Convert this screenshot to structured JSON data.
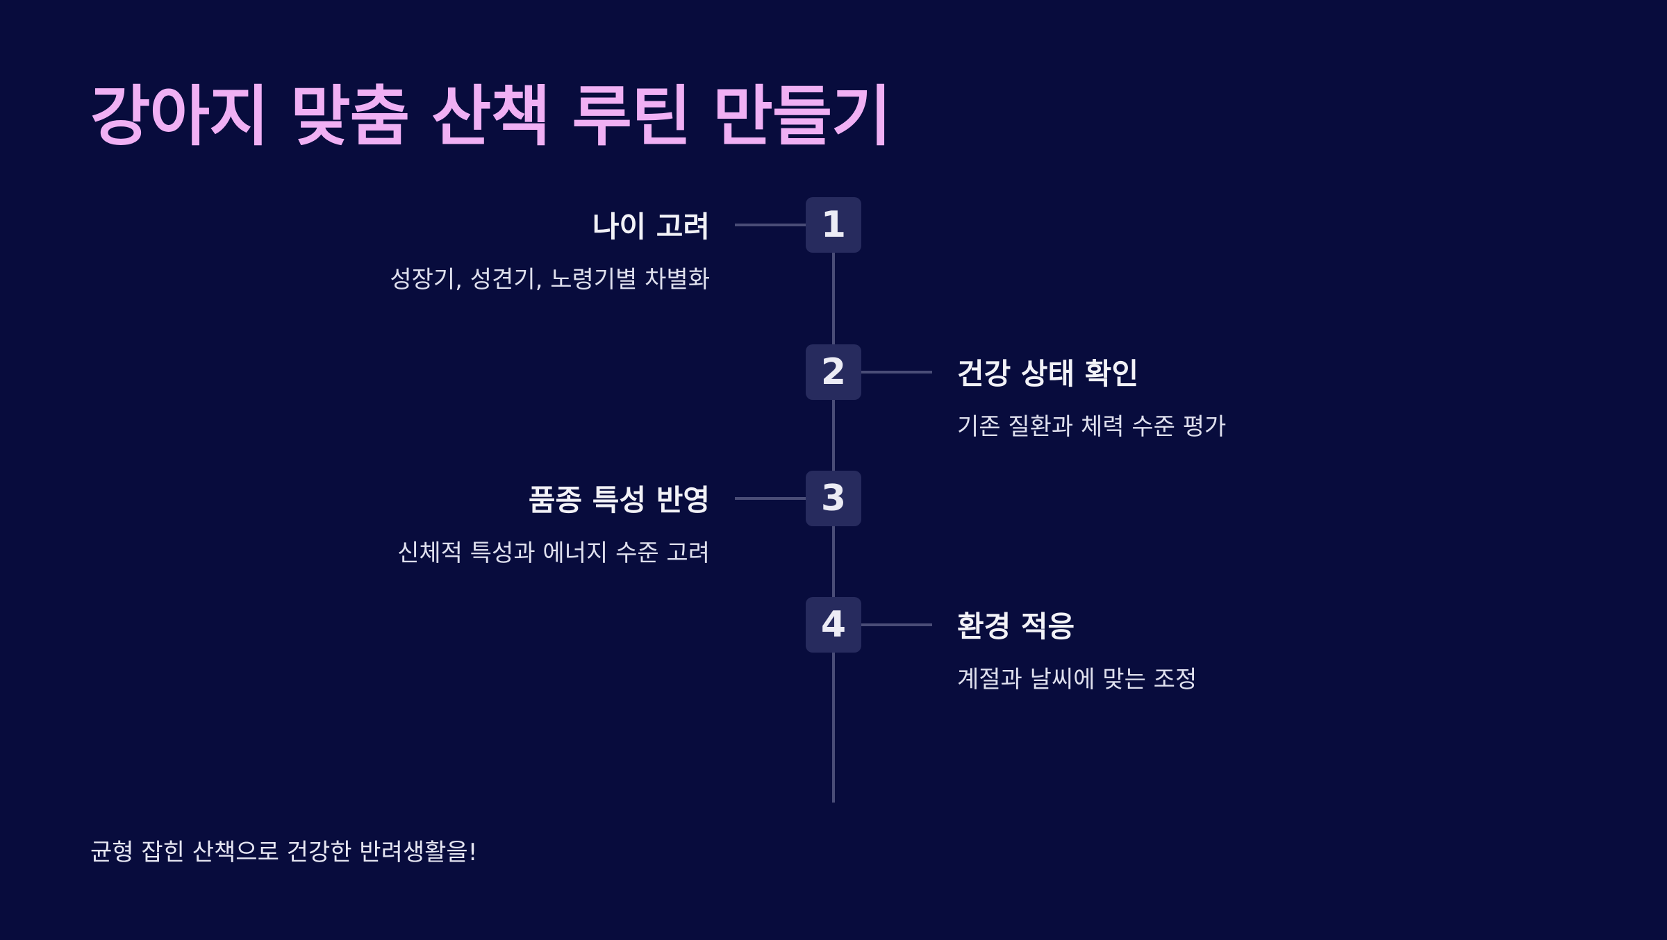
{
  "title": "강아지 맞춤 산책 루틴 만들기",
  "steps": [
    {
      "number": "1",
      "title": "나이 고려",
      "description": "성장기, 성견기, 노령기별 차별화",
      "side": "left"
    },
    {
      "number": "2",
      "title": "건강 상태 확인",
      "description": "기존 질환과 체력 수준 평가",
      "side": "right"
    },
    {
      "number": "3",
      "title": "품종 특성 반영",
      "description": "신체적 특성과 에너지 수준 고려",
      "side": "left"
    },
    {
      "number": "4",
      "title": "환경 적응",
      "description": "계절과 날씨에 맞는 조정",
      "side": "right"
    }
  ],
  "footer": "균형 잡힌 산책으로 건강한 반려생활을!",
  "colors": {
    "background": "#080c3d",
    "title": "#f0b0f4",
    "badge": "#272b5e",
    "line": "#4a4d77",
    "text": "#f2f2f7"
  }
}
